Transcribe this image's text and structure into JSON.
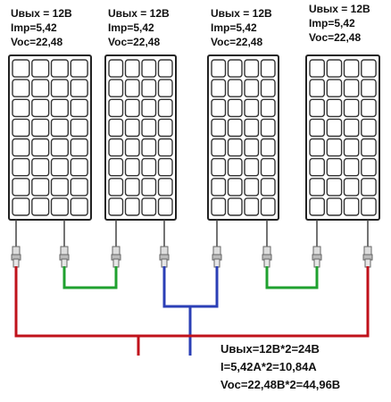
{
  "panels": [
    {
      "voltage": "Uвых = 12В",
      "imp": "Imp=5,42",
      "voc": "Voc=22,48"
    },
    {
      "voltage": "Uвых = 12В",
      "imp": "Imp=5,42",
      "voc": "Voc=22,48"
    },
    {
      "voltage": "Uвых = 12В",
      "imp": "Imp=5,42",
      "voc": "Voc=22,48"
    },
    {
      "voltage": "Uвых = 12В",
      "imp": "Imp=5,42",
      "voc": "Voc=22,48"
    }
  ],
  "summary": {
    "voltage": "Uвых=12В*2=24В",
    "current": "I=5,42А*2=10,84А",
    "voc": "Voc=22,48В*2=44,96В"
  },
  "panel_grid": {
    "columns": 4,
    "rows": 8
  },
  "colors": {
    "wire_series": "#1fa12f",
    "wire_negative": "#2b3fb6",
    "wire_positive": "#c0121b",
    "panel_outline": "#222222",
    "cell_outline": "#333333",
    "connector": "#666666"
  }
}
